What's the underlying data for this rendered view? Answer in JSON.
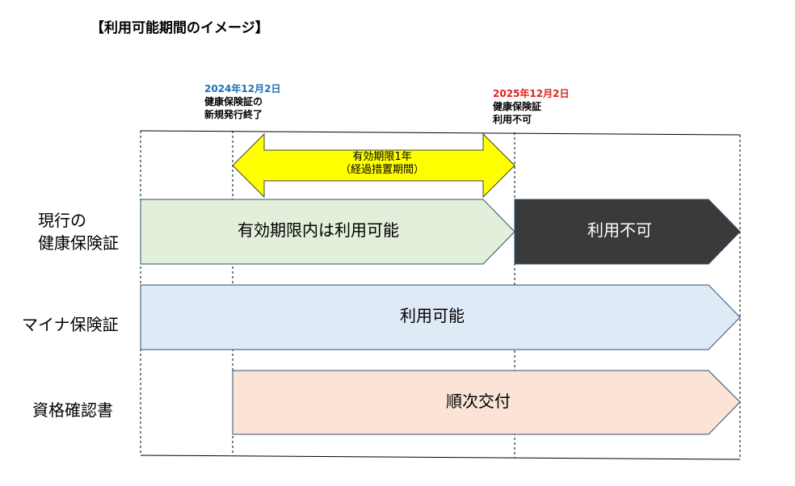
{
  "title": "【利用可能期間のイメージ】",
  "milestones": [
    {
      "date": "2024年12月2日",
      "date_color": "#1f6fb5",
      "lines": [
        "健康保険証の",
        "新規発行終了"
      ]
    },
    {
      "date": "2025年12月2日",
      "date_color": "#e02020",
      "lines": [
        "健康保険証",
        "利用不可"
      ]
    }
  ],
  "transition": {
    "line1": "有効期限1年",
    "line2": "（経過措置期間）",
    "color": "#ffff00"
  },
  "rows": [
    {
      "label_lines": [
        "現行の",
        "健康保険証"
      ],
      "segments": [
        {
          "text": "有効期限内は利用可能",
          "fill": "#e2efda"
        },
        {
          "text": "利用不可",
          "fill": "#3a3a3a",
          "text_color": "#ffffff"
        }
      ]
    },
    {
      "label_lines": [
        "マイナ保険証"
      ],
      "segments": [
        {
          "text": "利用可能",
          "fill": "#deeaf6"
        }
      ]
    },
    {
      "label_lines": [
        "資格確認書"
      ],
      "segments": [
        {
          "text": "順次交付",
          "fill": "#fbe4d5"
        }
      ]
    }
  ]
}
